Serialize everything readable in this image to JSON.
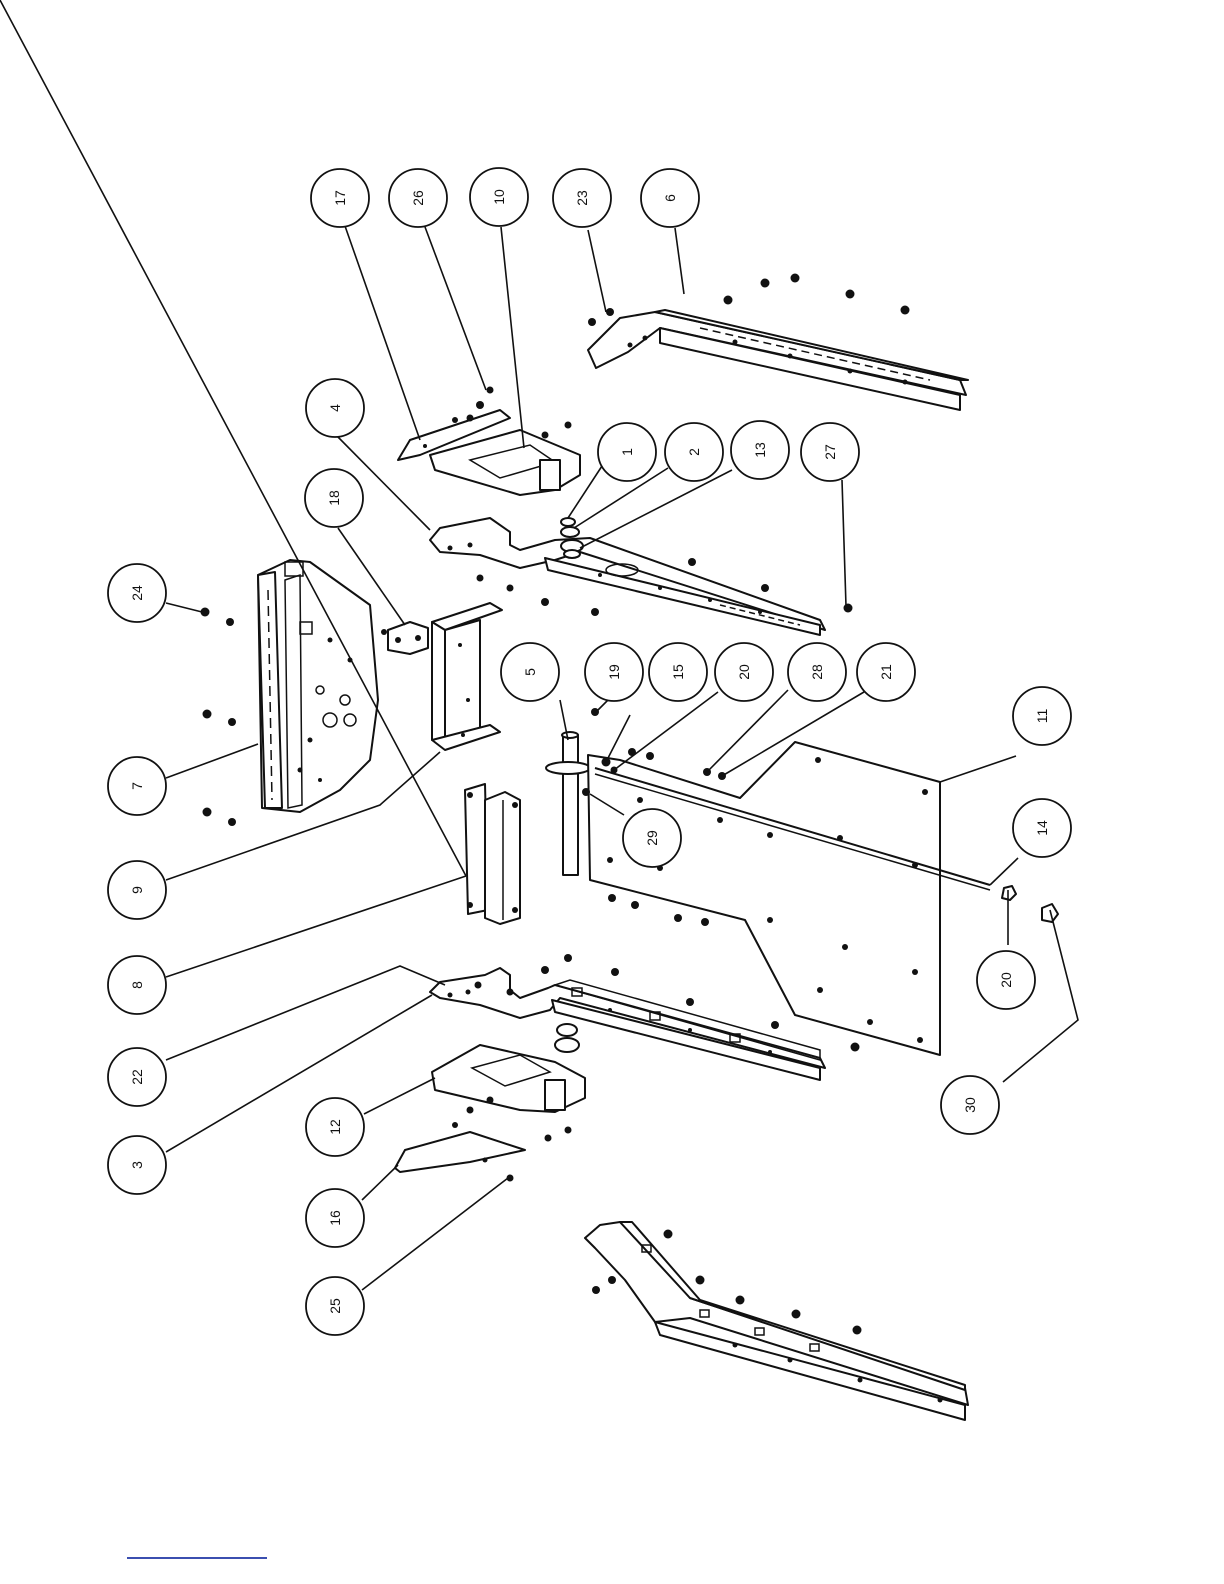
{
  "diagram": {
    "callouts": [
      {
        "id": "c17",
        "label": "17"
      },
      {
        "id": "c26",
        "label": "26"
      },
      {
        "id": "c10",
        "label": "10"
      },
      {
        "id": "c23",
        "label": "23"
      },
      {
        "id": "c6",
        "label": "6"
      },
      {
        "id": "c4",
        "label": "4"
      },
      {
        "id": "c1",
        "label": "1"
      },
      {
        "id": "c2",
        "label": "2"
      },
      {
        "id": "c13",
        "label": "13"
      },
      {
        "id": "c27",
        "label": "27"
      },
      {
        "id": "c18",
        "label": "18"
      },
      {
        "id": "c24",
        "label": "24"
      },
      {
        "id": "c5",
        "label": "5"
      },
      {
        "id": "c19",
        "label": "19"
      },
      {
        "id": "c15",
        "label": "15"
      },
      {
        "id": "c20a",
        "label": "20"
      },
      {
        "id": "c28",
        "label": "28"
      },
      {
        "id": "c21",
        "label": "21"
      },
      {
        "id": "c11",
        "label": "11"
      },
      {
        "id": "c7",
        "label": "7"
      },
      {
        "id": "c29",
        "label": "29"
      },
      {
        "id": "c14",
        "label": "14"
      },
      {
        "id": "c9",
        "label": "9"
      },
      {
        "id": "c20b",
        "label": "20"
      },
      {
        "id": "c8",
        "label": "8"
      },
      {
        "id": "c30",
        "label": "30"
      },
      {
        "id": "c22",
        "label": "22"
      },
      {
        "id": "c12",
        "label": "12"
      },
      {
        "id": "c3",
        "label": "3"
      },
      {
        "id": "c16",
        "label": "16"
      },
      {
        "id": "c25",
        "label": "25"
      }
    ]
  }
}
